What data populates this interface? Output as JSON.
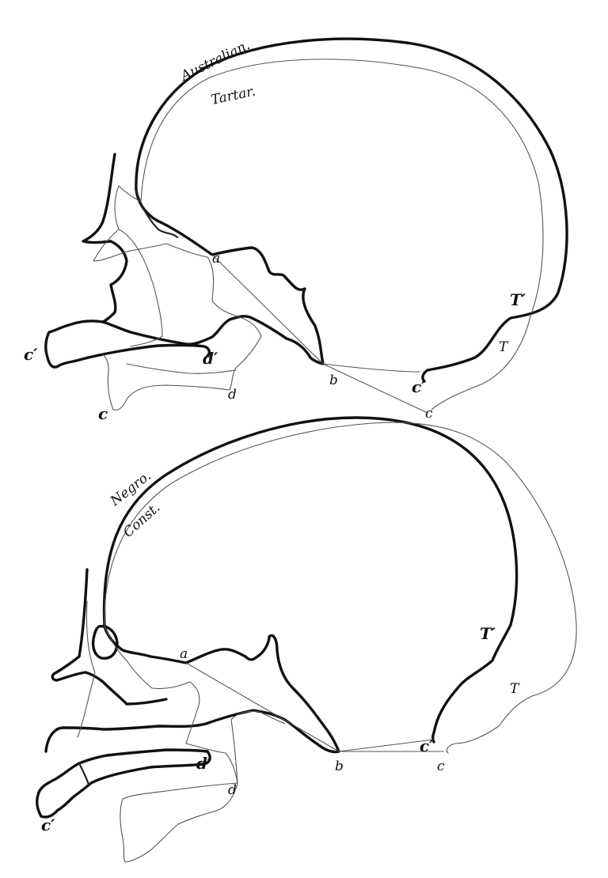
{
  "top_figure": {
    "names": {
      "first": "Australian.",
      "second": "Tartar."
    },
    "points": {
      "a": "a",
      "b": "b",
      "c": "c",
      "c_prime": "c′",
      "d": "d",
      "d_prime": "d′",
      "T": "T",
      "T_prime": "T′"
    },
    "left_labels": {
      "c_prime": "c′",
      "c": "c"
    }
  },
  "bottom_figure": {
    "names": {
      "first": "Negro.",
      "second": "Const."
    },
    "points": {
      "a": "a",
      "b": "b",
      "c": "c",
      "c_prime": "c′",
      "d": "d",
      "d_prime": "d′",
      "T": "T",
      "T_prime": "T′"
    },
    "left_labels": {
      "c_prime": "c′"
    }
  }
}
